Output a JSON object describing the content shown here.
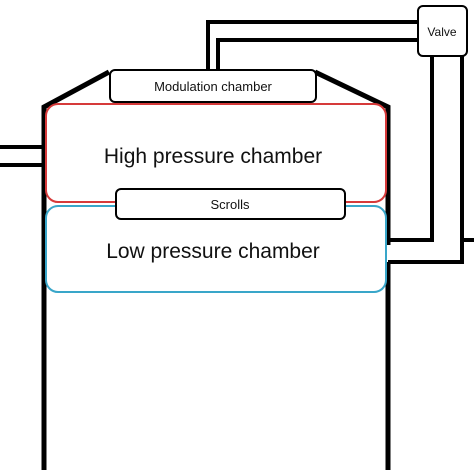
{
  "diagram": {
    "labels": {
      "modulation_chamber": "Modulation chamber",
      "high_pressure_chamber": "High pressure chamber",
      "scrolls": "Scrolls",
      "low_pressure_chamber": "Low pressure chamber",
      "valve": "Valve"
    },
    "colors": {
      "outline": "#000000",
      "high_pressure": "#d63a3a",
      "low_pressure": "#39a6c9",
      "fill": "#ffffff"
    }
  }
}
